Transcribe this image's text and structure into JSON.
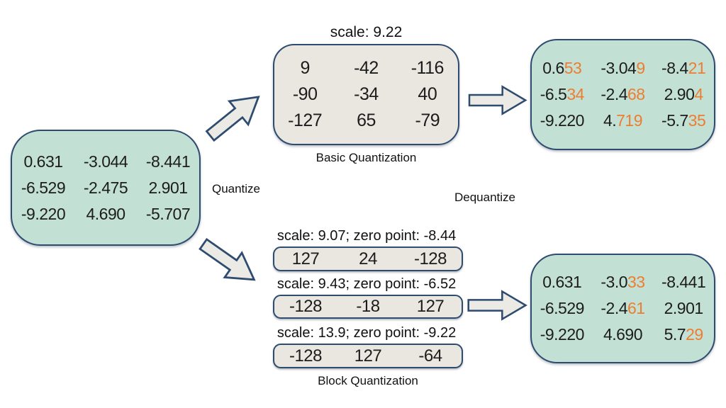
{
  "colors": {
    "box_green": "#c3e0d4",
    "box_gray": "#e9e7e0",
    "border_navy": "#2e4b70",
    "highlight_orange": "#ED7D31",
    "text": "#1c1c1c",
    "background": "#ffffff"
  },
  "original": {
    "rows": [
      [
        "0.631",
        "-3.044",
        "-8.441"
      ],
      [
        "-6.529",
        "-2.475",
        "2.901"
      ],
      [
        "-9.220",
        "4.690",
        "-5.707"
      ]
    ]
  },
  "labels": {
    "quantize": "Quantize",
    "dequantize": "Dequantize"
  },
  "basic": {
    "scale_label": "scale: 9.22",
    "caption": "Basic Quantization",
    "rows": [
      [
        "9",
        "-42",
        "-116"
      ],
      [
        "-90",
        "-34",
        "40"
      ],
      [
        "-127",
        "65",
        "-79"
      ]
    ]
  },
  "basic_dequant": {
    "rows": [
      [
        {
          "black": "0.6",
          "orange": "53"
        },
        {
          "black": "-3.04",
          "orange": "9"
        },
        {
          "black": "-8.4",
          "orange": "21"
        }
      ],
      [
        {
          "black": "-6.5",
          "orange": "34"
        },
        {
          "black": "-2.4",
          "orange": "68"
        },
        {
          "black": "2.90",
          "orange": "4"
        }
      ],
      [
        {
          "black": "-9.220",
          "orange": ""
        },
        {
          "black": "4.",
          "orange": "719"
        },
        {
          "black": "-5.7",
          "orange": "35"
        }
      ]
    ]
  },
  "block": {
    "caption": "Block Quantization",
    "rows": [
      {
        "scale_label": "scale: 9.07; zero point: -8.44",
        "values": [
          "127",
          "24",
          "-128"
        ]
      },
      {
        "scale_label": "scale: 9.43; zero point: -6.52",
        "values": [
          "-128",
          "-18",
          "127"
        ]
      },
      {
        "scale_label": "scale: 13.9; zero point: -9.22",
        "values": [
          "-128",
          "127",
          "-64"
        ]
      }
    ]
  },
  "block_dequant": {
    "rows": [
      [
        {
          "black": "0.631",
          "orange": ""
        },
        {
          "black": "-3.0",
          "orange": "33"
        },
        {
          "black": "-8.441",
          "orange": ""
        }
      ],
      [
        {
          "black": "-6.529",
          "orange": ""
        },
        {
          "black": "-2.4",
          "orange": "61"
        },
        {
          "black": "2.901",
          "orange": ""
        }
      ],
      [
        {
          "black": "-9.220",
          "orange": ""
        },
        {
          "black": "4.690",
          "orange": ""
        },
        {
          "black": "5.7",
          "orange": "29"
        }
      ]
    ]
  }
}
